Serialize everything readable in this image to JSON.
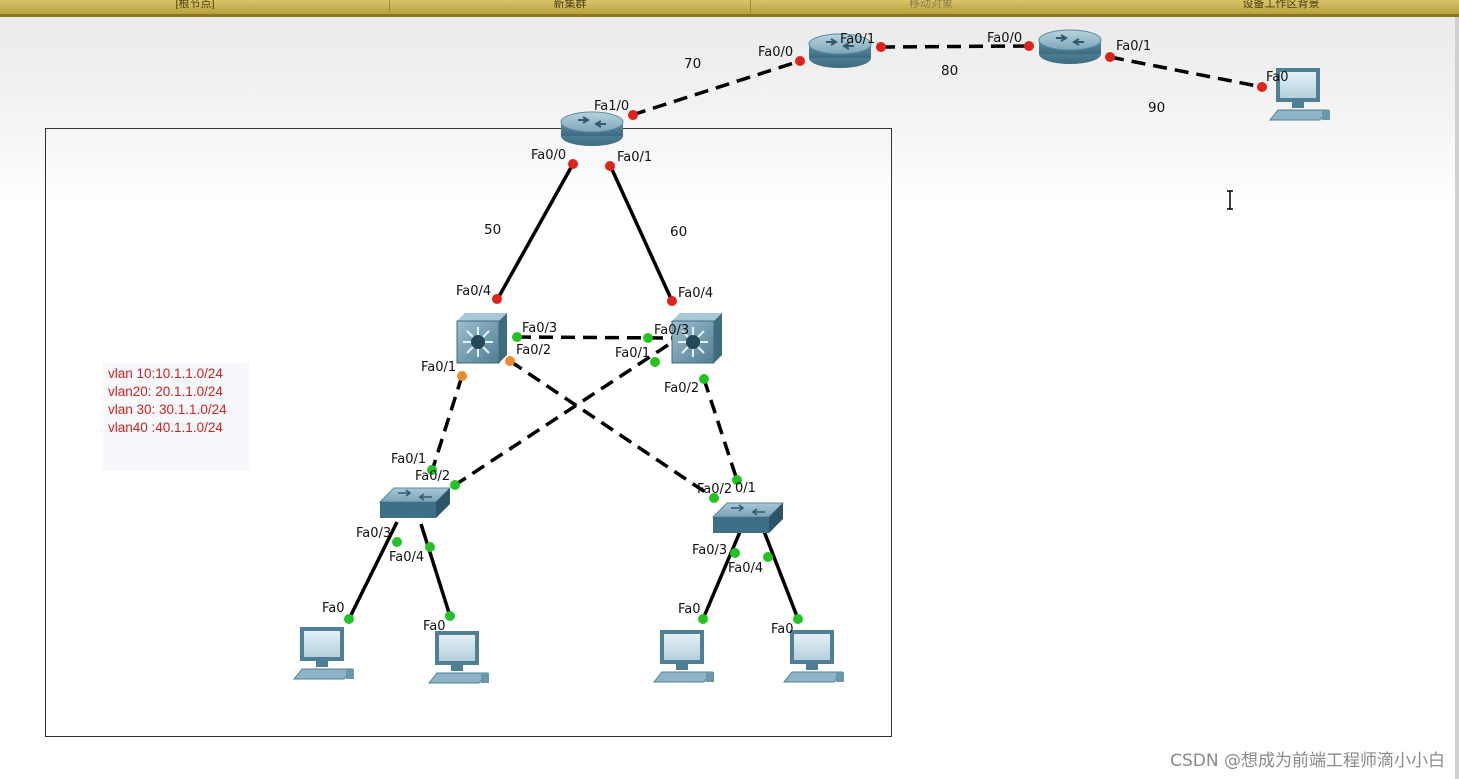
{
  "toolbar": {
    "items": [
      {
        "label": "[根节点]"
      },
      {
        "label": "新集群"
      },
      {
        "label": "移动对象"
      },
      {
        "label": "设备工作区背景"
      }
    ]
  },
  "network": {
    "links": [
      {
        "name": "link-r1-r2",
        "style": "dashed",
        "ports": [
          "Fa1/0",
          "Fa0/0"
        ],
        "cost_label": "70"
      },
      {
        "name": "link-r2-r3",
        "style": "dashed",
        "ports": [
          "Fa0/1",
          "Fa0/0"
        ],
        "cost_label": "80"
      },
      {
        "name": "link-r3-pc5",
        "style": "dashed",
        "ports": [
          "Fa0/1",
          "Fa0"
        ],
        "cost_label": "90"
      },
      {
        "name": "link-r1-mls1",
        "style": "solid",
        "ports": [
          "Fa0/0",
          "Fa0/4"
        ],
        "cost_label": "50"
      },
      {
        "name": "link-r1-mls2",
        "style": "solid",
        "ports": [
          "Fa0/1",
          "Fa0/4"
        ],
        "cost_label": "60"
      },
      {
        "name": "link-mls1-mls2",
        "style": "dashed",
        "ports": [
          "Fa0/3",
          "Fa0/3"
        ],
        "cost_label": ""
      },
      {
        "name": "link-mls1-sw1",
        "style": "dashed",
        "ports": [
          "Fa0/1",
          "Fa0/1"
        ],
        "cost_label": ""
      },
      {
        "name": "link-mls1-sw2",
        "style": "dashed",
        "ports": [
          "Fa0/2",
          "Fa0/2"
        ],
        "cost_label": ""
      },
      {
        "name": "link-mls2-sw1",
        "style": "dashed",
        "ports": [
          "Fa0/1",
          "Fa0/2"
        ],
        "cost_label": ""
      },
      {
        "name": "link-mls2-sw2",
        "style": "dashed",
        "ports": [
          "Fa0/2",
          "0/1"
        ],
        "cost_label": ""
      },
      {
        "name": "link-sw1-pc1",
        "style": "solid",
        "ports": [
          "Fa0/3",
          "Fa0"
        ],
        "cost_label": ""
      },
      {
        "name": "link-sw1-pc2",
        "style": "solid",
        "ports": [
          "Fa0/4",
          "Fa0"
        ],
        "cost_label": ""
      },
      {
        "name": "link-sw2-pc3",
        "style": "solid",
        "ports": [
          "Fa0/3",
          "Fa0"
        ],
        "cost_label": ""
      },
      {
        "name": "link-sw2-pc4",
        "style": "solid",
        "ports": [
          "Fa0/4",
          "Fa0"
        ],
        "cost_label": ""
      }
    ],
    "port_colors": {
      "down": "#e0231a",
      "up": "#22c322",
      "blocking": "#f08a2c"
    }
  },
  "note": {
    "lines": [
      "vlan 10:10.1.1.0/24",
      "vlan20: 20.1.1.0/24",
      "vlan 30: 30.1.1.0/24",
      "vlan40 :40.1.1.0/24"
    ],
    "color": "#d0231c"
  },
  "watermark": "CSDN @想成为前端工程师滴小小白"
}
